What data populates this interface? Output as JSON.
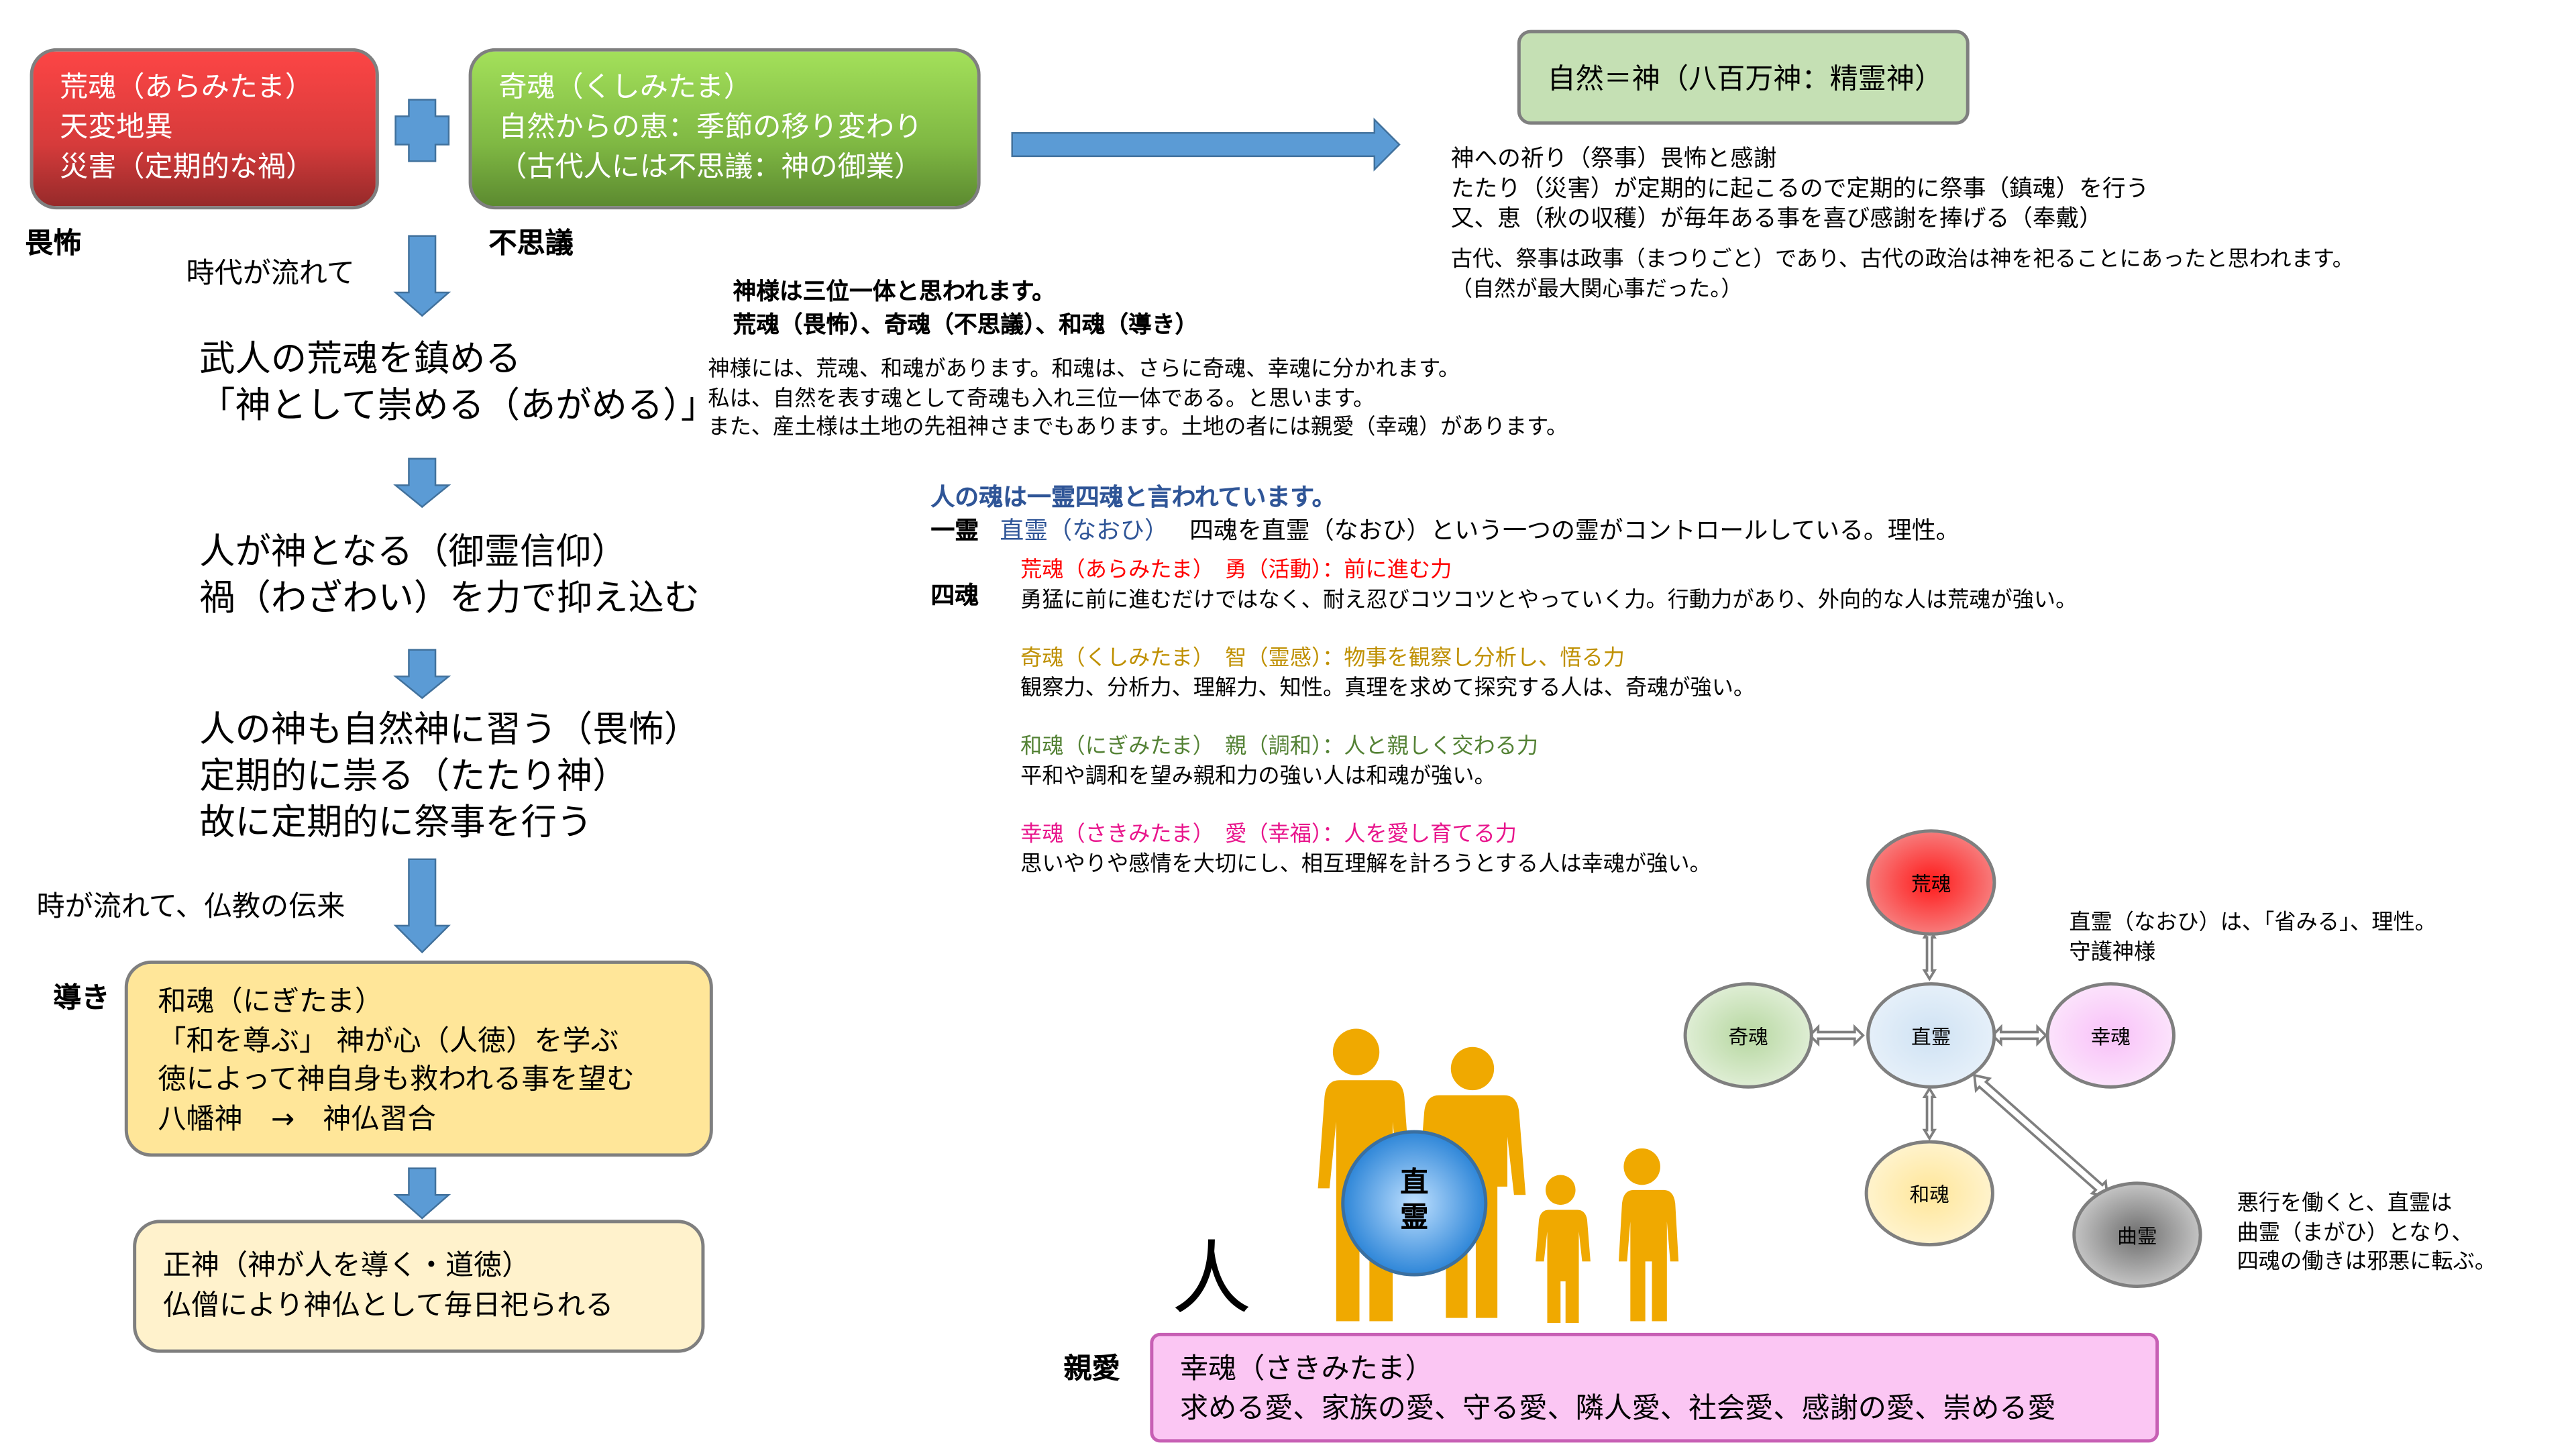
{
  "boxes": {
    "aramitama": [
      "荒魂（あらみたま）",
      "天変地異",
      "災害（定期的な禍）"
    ],
    "kushimitama": [
      "奇魂（くしみたま）",
      "自然からの恵：季節の移り変わり",
      "（古代人には不思議：神の御業）"
    ],
    "nature": "自然＝神（八百万神：精霊神）",
    "nigitama": [
      "和魂（にぎたま）",
      "「和を尊ぶ」 神が心（人徳）を学ぶ",
      "徳によって神自身も救われる事を望む",
      "八幡神　→　神仏習合"
    ],
    "seishin": [
      "正神（神が人を導く・道徳）",
      "仏僧により神仏として毎日祀られる"
    ],
    "sakimitama": [
      "幸魂（さきみたま）",
      "求める愛、家族の愛、守る愛、隣人愛、社会愛、感謝の愛、崇める愛"
    ]
  },
  "labels": {
    "ifu": "畏怖",
    "fushigi": "不思議",
    "michibiki": "導き",
    "shinai": "親愛",
    "jidai": "時代が流れて",
    "bukkyo": "時が流れて、仏教の伝来",
    "hito": "人",
    "figure_naohi": "直霊"
  },
  "flow": {
    "step1": [
      "武人の荒魂を鎮める",
      "「神として崇める（あがめる）」"
    ],
    "step2": [
      "人が神となる（御霊信仰）",
      "禍（わざわい）を力で抑え込む"
    ],
    "step3": [
      "人の神も自然神に習う（畏怖）",
      "定期的に祟る（たたり神）",
      "故に定期的に祭事を行う"
    ]
  },
  "notes": {
    "matsuri": [
      "神への祈り（祭事）畏怖と感謝",
      "たたり（災害）が定期的に起こるので定期的に祭事（鎮魂）を行う",
      "又、恵（秋の収穫）が毎年ある事を喜び感謝を捧げる（奉戴）"
    ],
    "kodai": [
      "古代、祭事は政事（まつりごと）であり、古代の政治は神を祀ることにあったと思われます。",
      "（自然が最大関心事だった。）"
    ],
    "sanmi_bold": [
      "神様は三位一体と思われます。",
      "荒魂（畏怖）、奇魂（不思議）、和魂（導き）"
    ],
    "sanmi": [
      "神様には、荒魂、和魂があります。和魂は、さらに奇魂、幸魂に分かれます。",
      "私は、自然を表す魂として奇魂も入れ三位一体である。と思います。",
      "また、産土様は土地の先祖神さまでもあります。土地の者には親愛（幸魂）があります。"
    ]
  },
  "soul": {
    "heading": "人の魂は一霊四魂と言われています。",
    "ichirei_label": "一霊",
    "ichirei_name": "直霊（なおひ）",
    "ichirei_desc": "四魂を直霊（なおひ）という一つの霊がコントロールしている。理性。",
    "shikon_label": "四魂",
    "items": [
      {
        "title": "荒魂（あらみたま）　勇（活動）：前に進む力",
        "desc": "勇猛に前に進むだけではなく、耐え忍びコツコツとやっていく力。行動力があり、外向的な人は荒魂が強い。",
        "color": "#ff0000"
      },
      {
        "title": "奇魂（くしみたま）　智（霊感）：物事を観察し分析し、悟る力",
        "desc": "観察力、分析力、理解力、知性。真理を求めて探究する人は、奇魂が強い。",
        "color": "#bf9000"
      },
      {
        "title": "和魂（にぎみたま）　親（調和）：人と親しく交わる力",
        "desc": "平和や調和を望み親和力の強い人は和魂が強い。",
        "color": "#548235"
      },
      {
        "title": "幸魂（さきみたま）　愛（幸福）：人を愛し育てる力",
        "desc": "思いやりや感情を大切にし、相互理解を計ろうとする人は幸魂が強い。",
        "color": "#e8158c"
      }
    ]
  },
  "diagram": {
    "nodes": {
      "ara": "荒魂",
      "naohi": "直霊",
      "kushi": "奇魂",
      "saki": "幸魂",
      "nigi": "和魂",
      "magahi": "曲霊"
    },
    "note_naohi": [
      "直霊（なおひ）は、「省みる」、理性。",
      "守護神様"
    ],
    "note_magahi": [
      "悪行を働くと、直霊は",
      "曲霊（まがひ）となり、",
      "四魂の働きは邪悪に転ぶ。"
    ]
  },
  "colors": {
    "arrow": "#5b9bd5",
    "figure": "#f0a900"
  }
}
